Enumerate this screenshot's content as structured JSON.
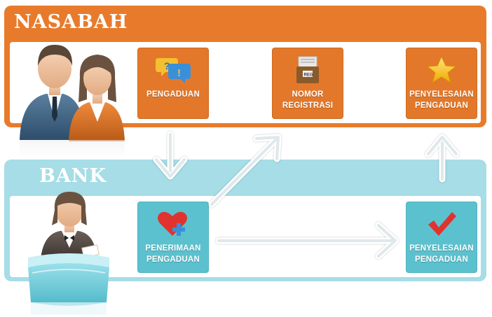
{
  "lanes": {
    "nasabah": {
      "title": "NASABAH",
      "color": "#e87b2b"
    },
    "bank": {
      "title": "BANK",
      "color": "#a6dde6"
    }
  },
  "steps": {
    "pengaduan": {
      "label": "PENGADUAN",
      "icon": "speech-bubbles-icon"
    },
    "nomor_registrasi": {
      "label_line1": "NOMOR",
      "label_line2": "REGISTRASI",
      "icon": "file-box-icon"
    },
    "penyelesaian_nasabah": {
      "label_line1": "PENYELESAIAN",
      "label_line2": "PENGADUAN",
      "icon": "star-icon"
    },
    "penerimaan": {
      "label_line1": "PENERIMAAN",
      "label_line2": "PENGADUAN",
      "icon": "heart-plus-icon"
    },
    "penyelesaian_bank": {
      "label_line1": "PENYELESAIAN",
      "label_line2": "PENGADUAN",
      "icon": "checkmark-icon"
    }
  },
  "colors": {
    "orange_box": "#e3782a",
    "teal_box": "#5cc1ce",
    "arrow": "#ffffff"
  },
  "file_box_tag": "REG"
}
